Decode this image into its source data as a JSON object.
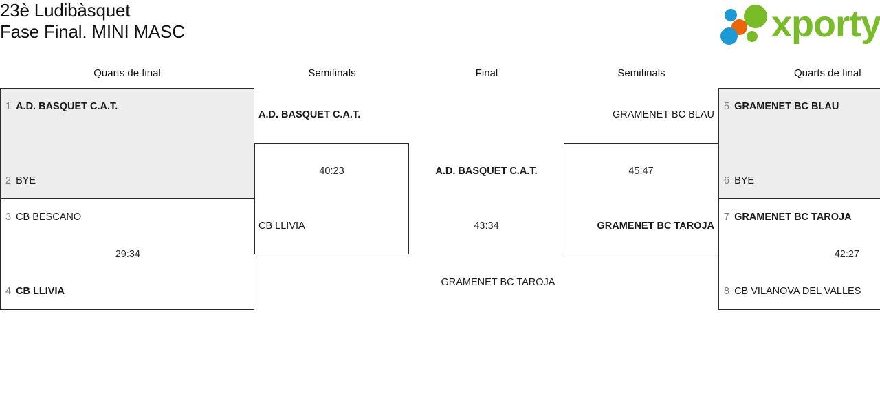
{
  "header": {
    "title_line1": "23è Ludibàsquet",
    "title_line2": "Fase Final. MINI MASC",
    "logo_word": "xporty",
    "logo_colors": {
      "green": "#78bc27",
      "blue": "#1b9ad6",
      "orange": "#ec6608"
    }
  },
  "rounds": [
    {
      "label": "Quarts de final"
    },
    {
      "label": "Semifinals"
    },
    {
      "label": "Final"
    },
    {
      "label": "Semifinals"
    },
    {
      "label": "Quarts de final"
    }
  ],
  "bracket": {
    "left_quarterfinals": [
      {
        "highlight": true,
        "top": {
          "seed": "1",
          "team": "A.D. BASQUET C.A.T.",
          "winner": true
        },
        "bottom": {
          "seed": "2",
          "team": "BYE",
          "winner": false
        },
        "score": ""
      },
      {
        "highlight": false,
        "top": {
          "seed": "3",
          "team": "CB BESCANO",
          "winner": false
        },
        "bottom": {
          "seed": "4",
          "team": "CB LLIVIA",
          "winner": true
        },
        "score": "29:34"
      }
    ],
    "left_semifinal": {
      "top": {
        "team": "A.D. BASQUET C.A.T.",
        "winner": true
      },
      "bottom": {
        "team": "CB LLIVIA",
        "winner": false
      },
      "score": "40:23"
    },
    "final": {
      "top": {
        "team": "A.D. BASQUET C.A.T.",
        "winner": true
      },
      "bottom": {
        "team": "GRAMENET BC TAROJA",
        "winner": false
      },
      "score": "43:34"
    },
    "right_semifinal": {
      "top": {
        "team": "GRAMENET BC BLAU",
        "winner": false
      },
      "bottom": {
        "team": "GRAMENET BC TAROJA",
        "winner": true
      },
      "score": "45:47"
    },
    "right_quarterfinals": [
      {
        "highlight": true,
        "top": {
          "seed": "5",
          "team": "GRAMENET BC BLAU",
          "winner": true
        },
        "bottom": {
          "seed": "6",
          "team": "BYE",
          "winner": false
        },
        "score": ""
      },
      {
        "highlight": false,
        "top": {
          "seed": "7",
          "team": "GRAMENET BC TAROJA",
          "winner": true
        },
        "bottom": {
          "seed": "8",
          "team": "CB VILANOVA DEL VALLES",
          "winner": false
        },
        "score": "42:27"
      }
    ]
  }
}
